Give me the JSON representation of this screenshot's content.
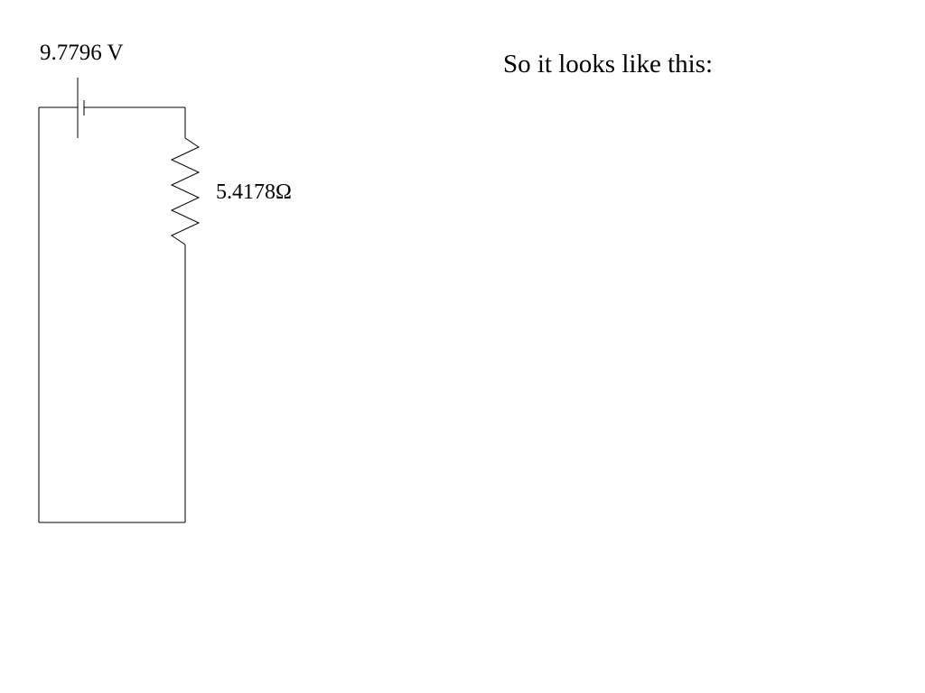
{
  "caption": "So it looks like this:",
  "battery": {
    "voltage_label": "9.7796 V"
  },
  "resistor": {
    "resistance_label": "5.4178Ω"
  }
}
